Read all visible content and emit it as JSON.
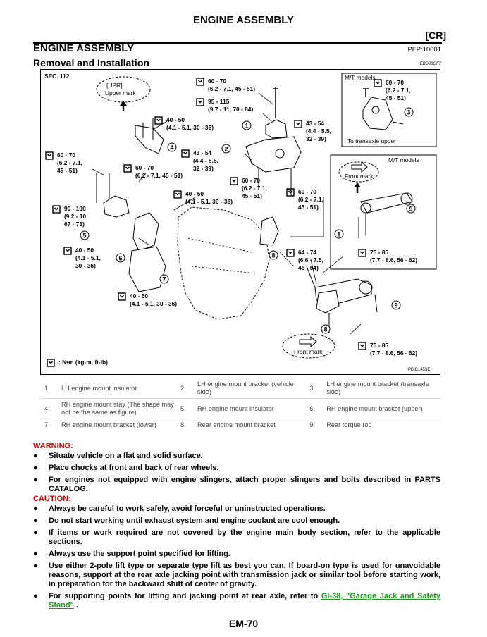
{
  "header": {
    "title": "ENGINE ASSEMBLY",
    "model_code": "[CR]"
  },
  "section": {
    "title": "ENGINE ASSEMBLY",
    "pfp_code": "PFP:10001",
    "subtitle": "Removal and Installation",
    "doc_code": "EBS00OF7"
  },
  "diagram": {
    "sec_label": "SEC. 112",
    "upr_mark": [
      "[UPR]",
      "Upper mark"
    ],
    "mt_models_1": "M/T models",
    "mt_models_2": "M/T models",
    "to_transaxle": "To transaxle upper",
    "front_mark_1": "Front mark",
    "front_mark_2": "Front mark",
    "unit_legend": ": N•m (kg-m, ft-lb)",
    "figure_code": "PBIC1453E",
    "torques": {
      "t1": [
        "60 - 70",
        "(6.2 - 7.1, 45 - 51)"
      ],
      "t2": [
        "95 - 115",
        "(9.7 - 11, 70 - 84)"
      ],
      "t3": [
        "40 - 50",
        "(4.1 - 5.1, 30 - 36)"
      ],
      "t4": [
        "43 - 54",
        "(4.4 - 5.5,",
        "32 - 39)"
      ],
      "t5": [
        "43 - 54",
        "(4.4 - 5.5,",
        "32 - 39)"
      ],
      "t6": [
        "60 - 70",
        "(6.2 - 7.1,",
        "45 - 51)"
      ],
      "t7": [
        "60 - 70",
        "(6.2 - 7.1, 45 - 51)"
      ],
      "t8": [
        "60 - 70",
        "(6.2 - 7.1,",
        "45 - 51)"
      ],
      "t9": [
        "60 - 70",
        "(6.2 - 7.1,",
        "45 - 51)"
      ],
      "t10": [
        "40 - 50",
        "(4.1 - 5.1, 30 - 36)"
      ],
      "t11": [
        "90 - 100",
        "(9.2 - 10,",
        "67 - 73)"
      ],
      "t12": [
        "40 - 50",
        "(4.1 - 5.1,",
        "30 - 36)"
      ],
      "t13": [
        "40 - 50",
        "(4.1 - 5.1, 30 - 36)"
      ],
      "t14": [
        "64 - 74",
        "(6.6 - 7.5,",
        "48 - 54)"
      ],
      "t15": [
        "75 - 85",
        "(7.7 - 8.6, 56 - 62)"
      ],
      "t16": [
        "75 - 85",
        "(7.7 - 8.6, 56 - 62)"
      ],
      "t17": [
        "60 - 70",
        "(6.2 - 7.1,",
        "45 - 51)"
      ]
    },
    "callouts": [
      "1",
      "2",
      "3",
      "4",
      "5",
      "6",
      "7",
      "8",
      "9"
    ]
  },
  "parts": [
    [
      {
        "num": "1.",
        "label": "LH engine mount insulator"
      },
      {
        "num": "2.",
        "label": "LH engine mount bracket (vehicle side)"
      },
      {
        "num": "3.",
        "label": "LH engine mount bracket (transaxle side)"
      }
    ],
    [
      {
        "num": "4.",
        "label": "RH engine mount stay (The shape may not be the same as figure)"
      },
      {
        "num": "5.",
        "label": "RH engine mount insulator"
      },
      {
        "num": "6.",
        "label": "RH engine mount bracket (upper)"
      }
    ],
    [
      {
        "num": "7.",
        "label": "RH engine mount bracket (lower)"
      },
      {
        "num": "8.",
        "label": "Rear engine mount bracket"
      },
      {
        "num": "9.",
        "label": "Rear torque rod"
      }
    ]
  ],
  "warning": {
    "label": "WARNING:",
    "items": [
      "Situate vehicle on a flat and solid surface.",
      "Place chocks at front and back of rear wheels.",
      "For engines not equipped with engine slingers, attach proper slingers and bolts described in PARTS CATALOG."
    ]
  },
  "caution": {
    "label": "CAUTION:",
    "items": [
      "Always be careful to work safely, avoid forceful or uninstructed operations.",
      "Do not start working until exhaust system and engine coolant are cool enough.",
      "If items or work required are not covered by the engine main body section, refer to the applicable sections.",
      "Always use the support point specified for lifting.",
      "Use either 2-pole lift type or separate type lift as best you can. If board-on type is used for unavoidable reasons, support at the rear axle jacking point with transmission jack or similar tool before starting work, in preparation for the backward shift of center of gravity."
    ],
    "last_item_prefix": "For supporting points for lifting and jacking point at rear axle, refer to ",
    "last_item_link": "GI-38, \"Garage Jack and Safety Stand\"",
    "last_item_suffix": " ."
  },
  "bullet_char": "●",
  "footer": {
    "page_number": "EM-70"
  }
}
